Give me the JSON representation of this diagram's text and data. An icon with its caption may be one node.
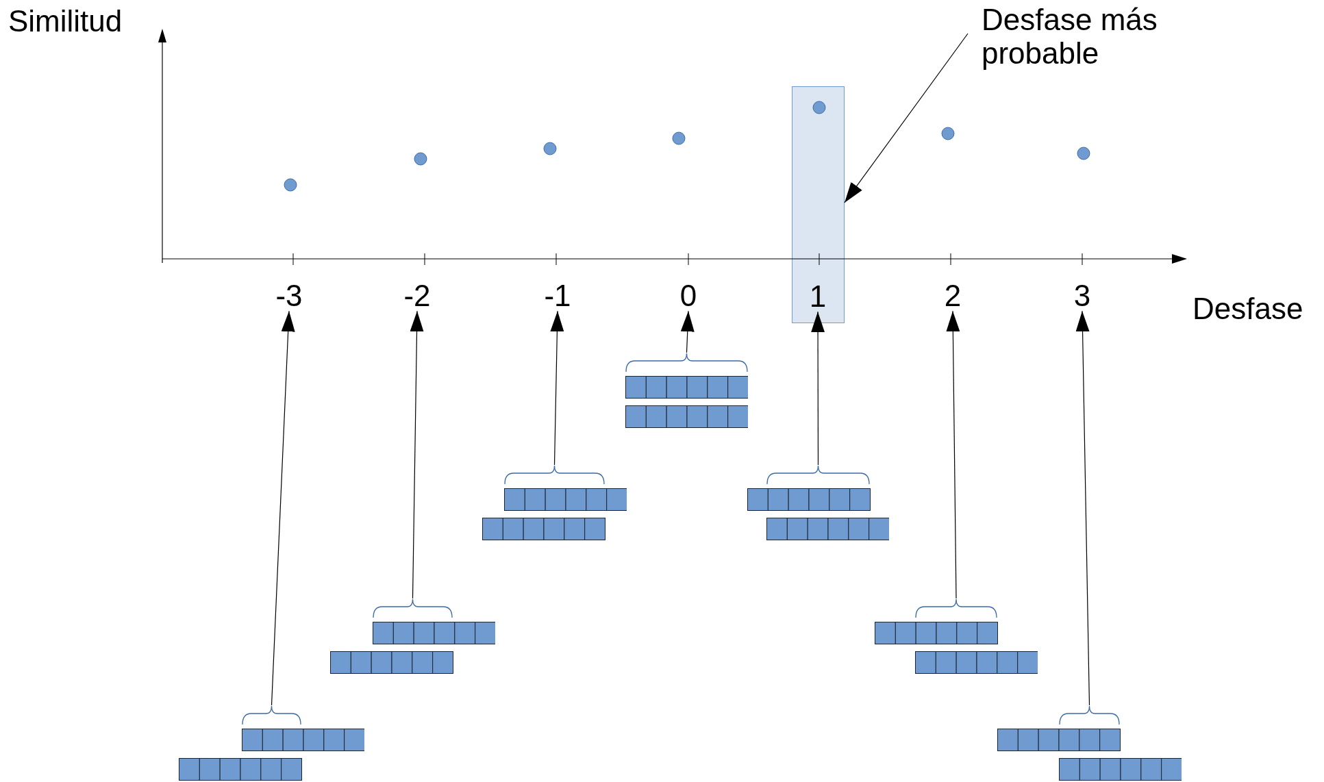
{
  "diagram": {
    "nodes": [
      {
        "text": [
          "Desfase más probable"
        ]
      },
      {
        "text": [],
        "shape": "box"
      },
      {
        "text": [
          "-3"
        ]
      },
      {
        "text": [
          "-2"
        ]
      },
      {
        "text": [
          "-1"
        ]
      },
      {
        "text": [
          "0"
        ]
      },
      {
        "text": [
          "1"
        ],
        "in": 1
      },
      {
        "text": [
          "2"
        ]
      },
      {
        "text": [
          "3"
        ]
      },
      {
        "text": [],
        "shape": "bar"
      },
      {
        "text": [],
        "shape": "bar"
      },
      {
        "text": [],
        "shape": "bar"
      },
      {
        "text": [],
        "shape": "bar"
      },
      {
        "text": [],
        "shape": "bar"
      },
      {
        "text": [],
        "shape": "bar"
      },
      {
        "text": [],
        "shape": "bar"
      }
    ],
    "edges": [
      {
        "from": 0,
        "to": 1,
        "arrow": "to"
      },
      {
        "from": 9,
        "to": 2,
        "arrow": "to"
      },
      {
        "from": 10,
        "to": 3,
        "arrow": "to"
      },
      {
        "from": 11,
        "to": 4,
        "arrow": "to"
      },
      {
        "from": 12,
        "to": 5,
        "arrow": "to"
      },
      {
        "from": 13,
        "to": 6,
        "arrow": "to"
      },
      {
        "from": 14,
        "to": 7,
        "arrow": "to"
      },
      {
        "from": 15,
        "to": 8,
        "arrow": "to"
      }
    ],
    "labels": [
      "Similitud",
      "Desfase"
    ]
  }
}
